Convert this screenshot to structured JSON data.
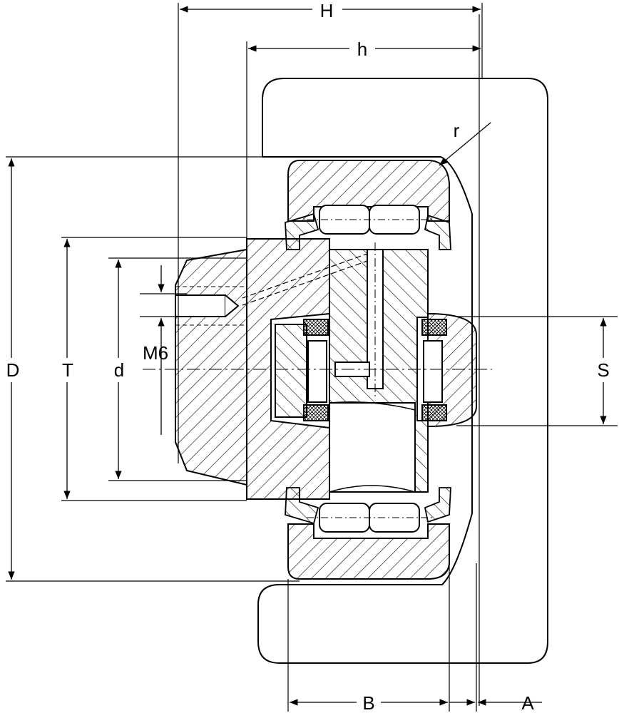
{
  "labels": {
    "H": "H",
    "h": "h",
    "r": "r",
    "D": "D",
    "T": "T",
    "d": "d",
    "M6": "M6",
    "S": "S",
    "B": "B",
    "A": "A"
  },
  "colors": {
    "line": "#000000",
    "background": "#ffffff"
  }
}
